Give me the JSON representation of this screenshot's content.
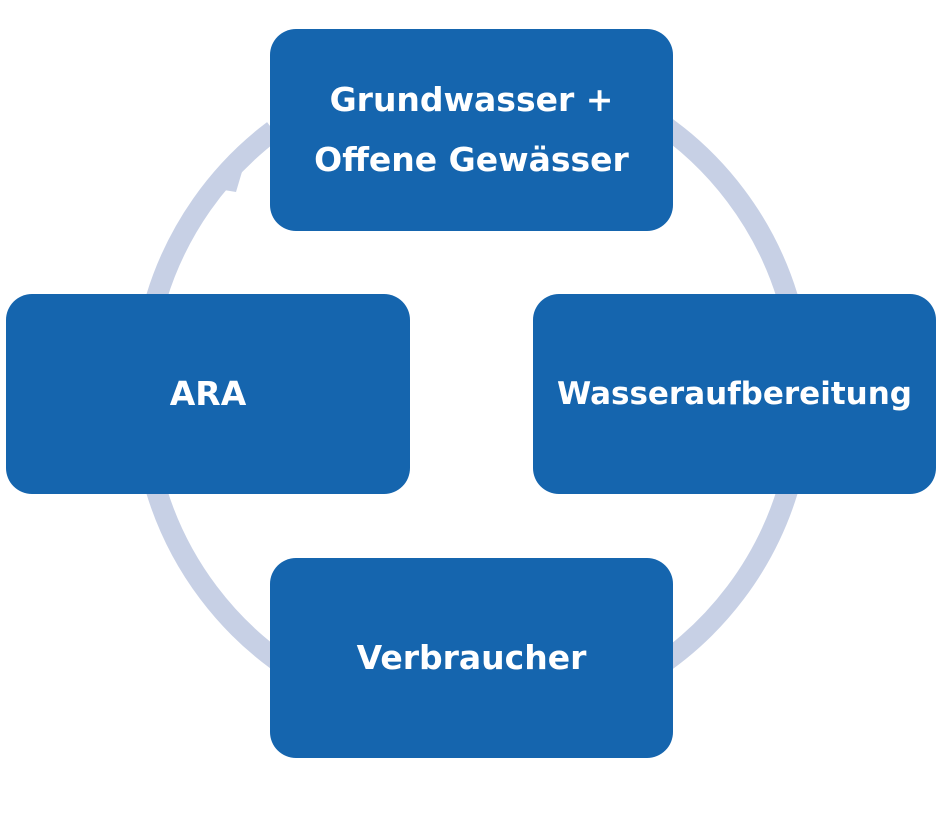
{
  "colors": {
    "node_fill": "#1565ae",
    "ring": "#c7d0e5",
    "text": "#ffffff",
    "background": "#ffffff"
  },
  "cycle": {
    "direction": "clockwise",
    "nodes": [
      {
        "key": "top",
        "label": "Grundwasser +\nOffene Gewässer"
      },
      {
        "key": "right",
        "label": "Wasseraufbereitung"
      },
      {
        "key": "bottom",
        "label": "Verbraucher"
      },
      {
        "key": "left",
        "label": "ARA"
      }
    ]
  }
}
